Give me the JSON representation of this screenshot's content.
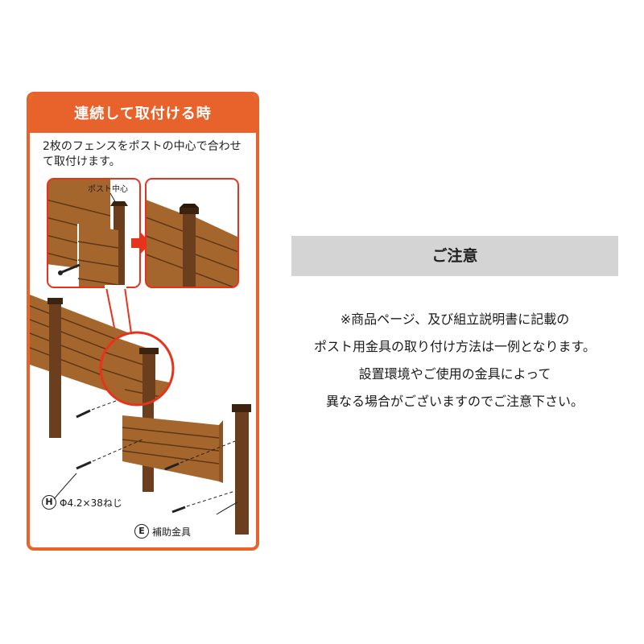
{
  "panel": {
    "title": "連続して取付ける時",
    "description": "2枚のフェンスをポストの中心で合わせて取付けます。",
    "callout_post_center": "ポスト中心",
    "label_h_letter": "H",
    "label_h_text": "Φ4.2×38ねじ",
    "label_e_letter": "E",
    "label_e_text": "補助金具",
    "colors": {
      "accent": "#e8622c",
      "wood": "#a5662d",
      "post": "#6b3f1d",
      "arrow": "#e8331c"
    }
  },
  "notice": {
    "title": "ご注意",
    "lines": [
      "※商品ページ、及び組立説明書に記載の",
      "ポスト用金具の取り付け方法は一例となります。",
      "設置環境やご使用の金具によって",
      "異なる場合がございますのでご注意下さい。"
    ]
  }
}
